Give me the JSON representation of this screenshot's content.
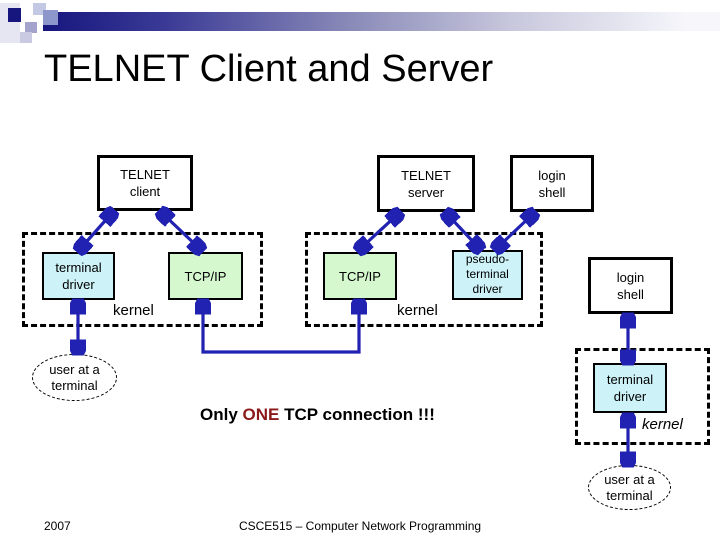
{
  "slide": {
    "title": "TELNET Client and Server",
    "footer": {
      "year": "2007",
      "course": "CSCE515 – Computer Network Programming"
    }
  },
  "diagram": {
    "boxes": {
      "telnet_client": "TELNET\nclient",
      "telnet_server": "TELNET\nserver",
      "login_shell_top": "login\nshell",
      "login_shell_right": "login\nshell",
      "terminal_driver_left": "terminal\ndriver",
      "terminal_driver_right": "terminal\ndriver",
      "tcpip_left": "TCP/IP",
      "tcpip_right": "TCP/IP",
      "pseudo_terminal_driver": "pseudo-\nterminal\ndriver"
    },
    "labels": {
      "kernel_left": "kernel",
      "kernel_right": "kernel",
      "kernel_far_right": "kernel"
    },
    "ellipses": {
      "user_terminal_left": "user at a\nterminal",
      "user_terminal_right": "user at a\nterminal"
    },
    "annotation": {
      "prefix": "Only ",
      "highlight": "ONE",
      "suffix": " TCP connection !!!"
    },
    "colors": {
      "arrow_blue": "#2222b2",
      "box_cyan": "#cdf2f8",
      "box_green": "#d5f8cf",
      "highlight_red": "#8c1a1a",
      "header_bar_dark": "#16167e",
      "header_bar_light": "#f6f6fb"
    }
  }
}
